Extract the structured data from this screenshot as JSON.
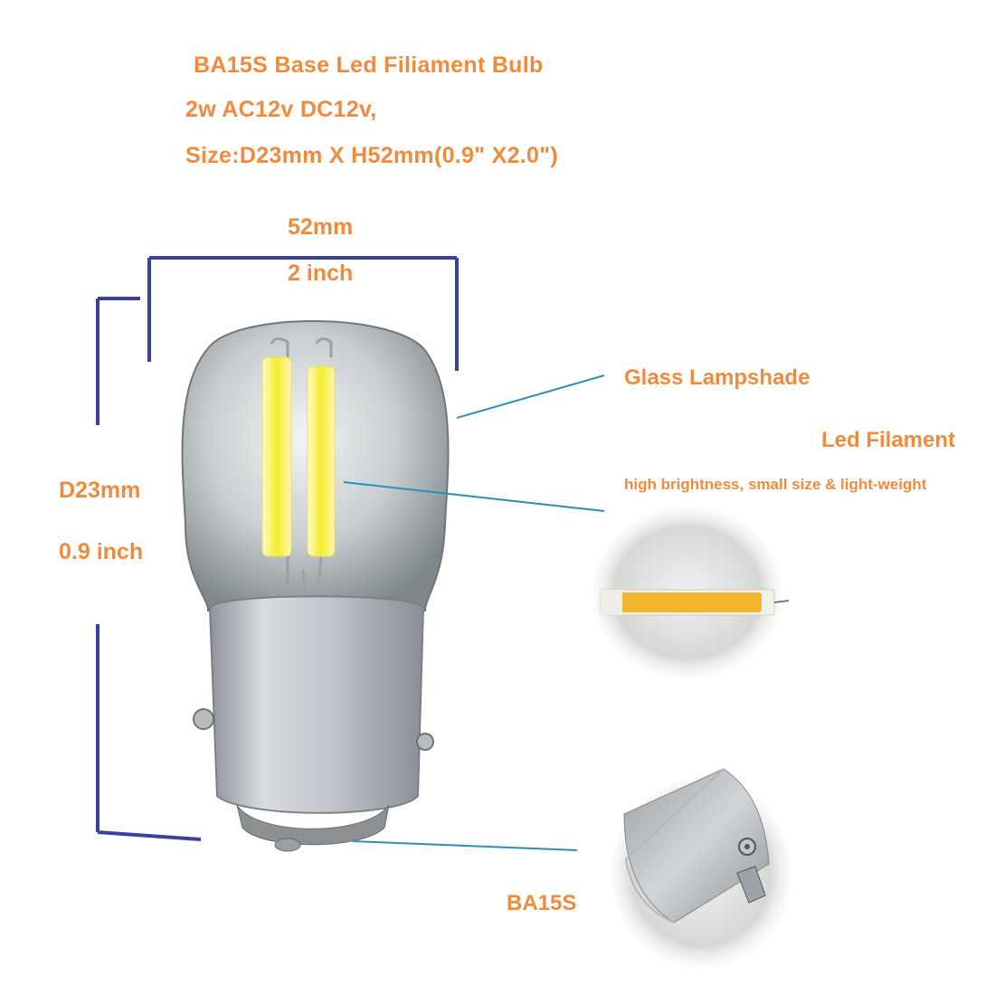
{
  "header": {
    "line1": "BA15S Base Led Filiament Bulb",
    "line2": "2w AC12v DC12v,",
    "line3": "Size:D23mm X H52mm(0.9\" X2.0\")"
  },
  "dimensions": {
    "height_mm": "52mm",
    "height_in": "2 inch",
    "diameter_mm": "D23mm",
    "diameter_in": "0.9 inch"
  },
  "callouts": {
    "glass": "Glass Lampshade",
    "filament_title": "Led Filament",
    "filament_desc": "high brightness,  small size & light-weight",
    "base": "BA15S"
  },
  "colors": {
    "text": "#f28a3c",
    "dimension_lines": "#3a3fa0",
    "leader_lines": "#2a8fb8",
    "filament": "#f7ef3a",
    "base_metal": "#c9cdd2"
  }
}
